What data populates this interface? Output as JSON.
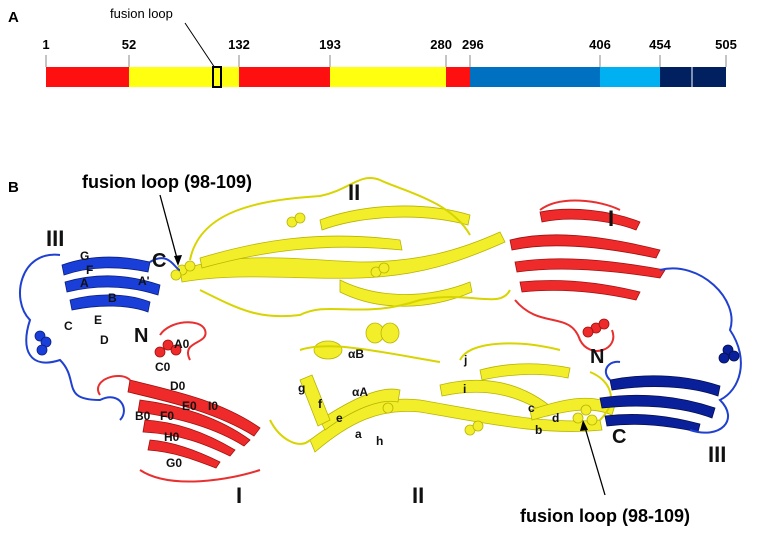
{
  "panel_a": {
    "label": "A",
    "fusion_loop_label": "fusion loop",
    "ticks": [
      "1",
      "52",
      "132",
      "193",
      "280",
      "296",
      "406",
      "454",
      "505"
    ],
    "segments": [
      {
        "from": "1",
        "to": "52",
        "color": "#ff1010"
      },
      {
        "from": "52",
        "to": "132",
        "color": "#ffff10"
      },
      {
        "from": "132",
        "to": "193",
        "color": "#ff1010"
      },
      {
        "from": "193",
        "to": "280",
        "color": "#ffff10"
      },
      {
        "from": "280",
        "to": "296",
        "color": "#ff1010"
      },
      {
        "from": "296",
        "to": "406",
        "color": "#0070c0"
      },
      {
        "from": "406",
        "to": "454",
        "color": "#00b0f0"
      },
      {
        "from": "454",
        "to": "505",
        "color": "#002060"
      }
    ]
  },
  "panel_b": {
    "label": "B",
    "fusion_loop_top": "fusion loop (98-109)",
    "fusion_loop_bottom": "fusion loop (98-109)",
    "domains": {
      "I_left": "I",
      "II_bottom": "II",
      "III_left": "III",
      "I_right": "I",
      "II_top": "II",
      "III_right": "III"
    },
    "termini": {
      "C_left": "C",
      "N_left": "N",
      "N_right": "N",
      "C_right": "C"
    },
    "domain_iii_strands": [
      "G",
      "F",
      "A",
      "B",
      "A'",
      "C",
      "E",
      "D"
    ],
    "domain_i_strands": [
      "A0",
      "C0",
      "D0",
      "E0",
      "I0",
      "B0",
      "F0",
      "H0",
      "G0"
    ],
    "domain_ii_labels": [
      "αB",
      "αA",
      "j",
      "i",
      "g",
      "f",
      "e",
      "a",
      "h",
      "c",
      "d",
      "b"
    ],
    "colors": {
      "domain_i": "#ee2a2a",
      "domain_ii": "#f2ee2a",
      "domain_iii": "#1a3fd8",
      "domain_iii_dark": "#0a1f9a"
    }
  }
}
